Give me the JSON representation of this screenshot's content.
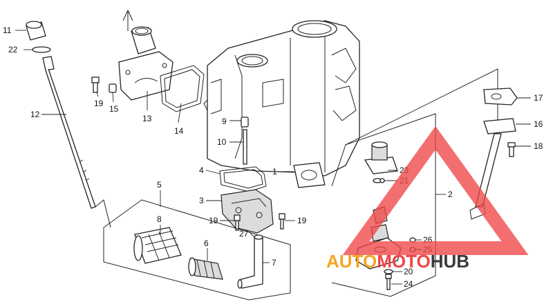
{
  "diagram": {
    "callouts": [
      "1",
      "2",
      "3",
      "4",
      "5",
      "6",
      "7",
      "8",
      "9",
      "10",
      "11",
      "12",
      "13",
      "14",
      "15",
      "16",
      "17",
      "18",
      "19",
      "20",
      "21",
      "22",
      "23",
      "24",
      "25",
      "26",
      "27"
    ],
    "callout_19b": "19",
    "callout_19c": "19"
  },
  "watermark": {
    "part1": "AUTO",
    "part2": "MOTO",
    "part3": "HUB",
    "color_red": "#f04747",
    "color_orange": "#f5a623",
    "color_dark": "#3b3b3b"
  }
}
